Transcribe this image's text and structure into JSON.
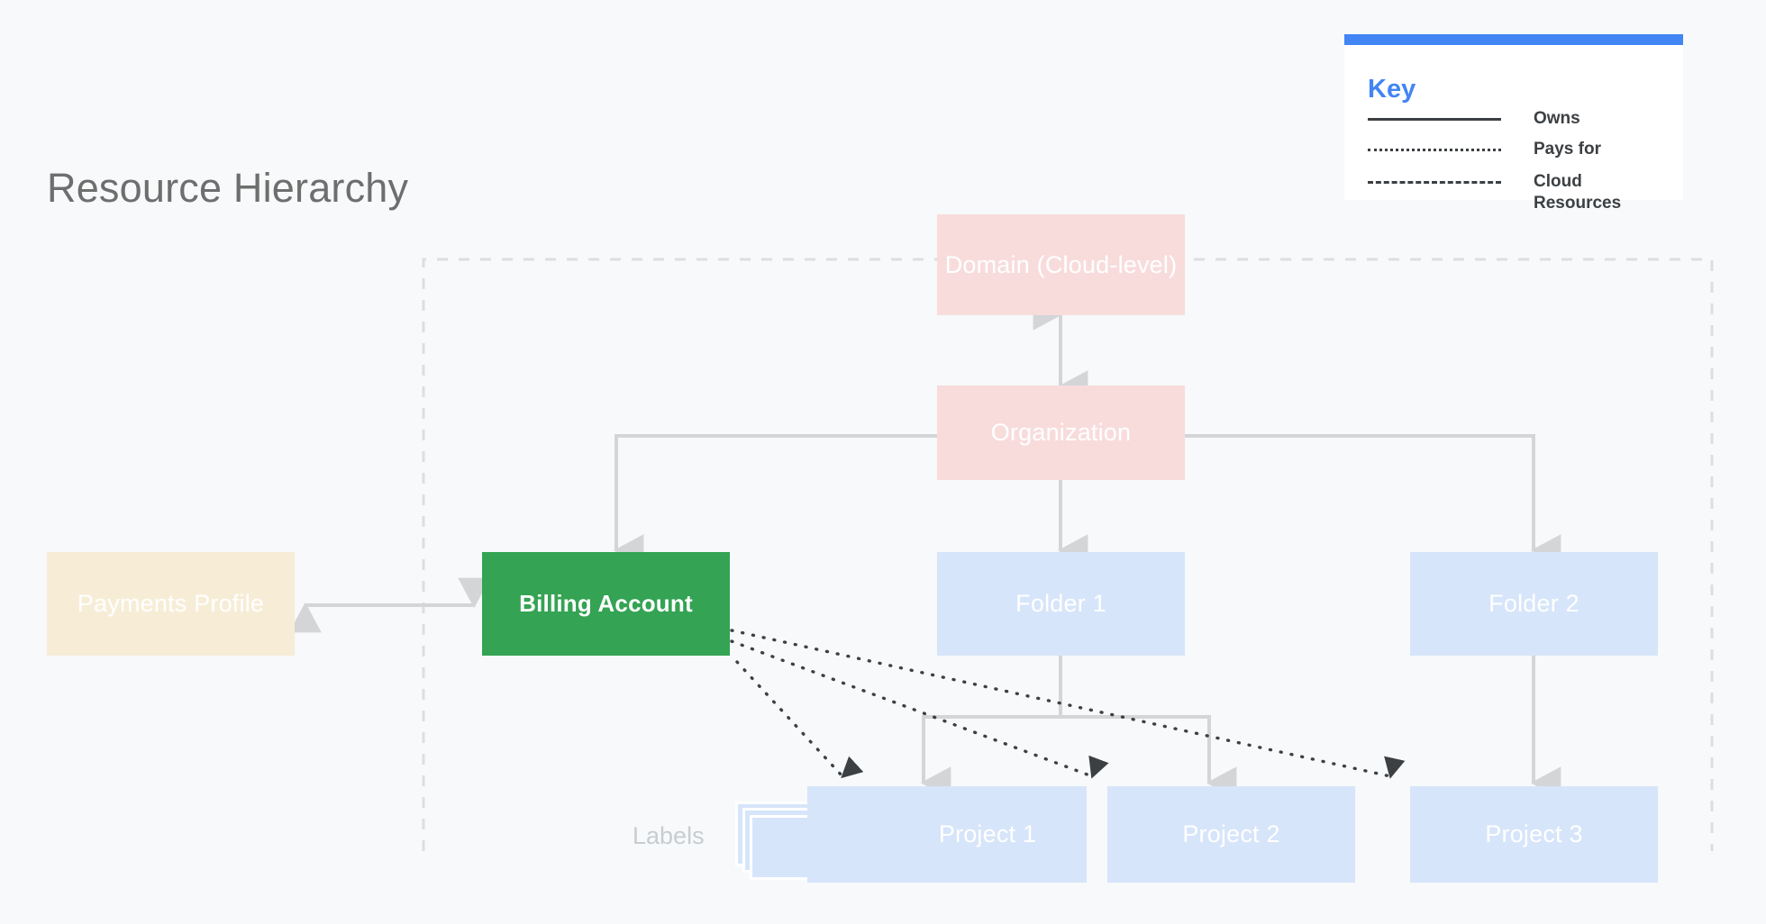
{
  "page": {
    "title": "Resource Hierarchy",
    "background_color": "#F7F9FA"
  },
  "key": {
    "title": "Key",
    "accent_color": "#4285F4",
    "items": [
      {
        "style": "solid",
        "label": "Owns"
      },
      {
        "style": "dotted",
        "label": "Pays for"
      },
      {
        "style": "dashed",
        "label": "Cloud Resources"
      }
    ]
  },
  "diagram": {
    "labels_caption": "Labels",
    "nodes": [
      {
        "id": "domain",
        "label": "Domain (Cloud-level)",
        "color": "#F8DCDC",
        "text_color": "#FFFFFF"
      },
      {
        "id": "organization",
        "label": "Organization",
        "color": "#F8DCDC",
        "text_color": "#FFFFFF"
      },
      {
        "id": "payments",
        "label": "Payments Profile",
        "color": "#F7EDD7",
        "text_color": "#FFFFFF"
      },
      {
        "id": "billing",
        "label": "Billing Account",
        "color": "#34A353",
        "text_color": "#FFFFFF"
      },
      {
        "id": "folder1",
        "label": "Folder 1",
        "color": "#D7E5FA",
        "text_color": "#FFFFFF"
      },
      {
        "id": "folder2",
        "label": "Folder 2",
        "color": "#D7E5FA",
        "text_color": "#FFFFFF"
      },
      {
        "id": "project1",
        "label": "Project 1",
        "color": "#D7E5FA",
        "text_color": "#FFFFFF"
      },
      {
        "id": "project2",
        "label": "Project 2",
        "color": "#D7E5FA",
        "text_color": "#FFFFFF"
      },
      {
        "id": "project3",
        "label": "Project 3",
        "color": "#D7E5FA",
        "text_color": "#FFFFFF"
      }
    ],
    "edges": [
      {
        "from": "domain",
        "to": "organization",
        "type": "owns",
        "arrows": "both"
      },
      {
        "from": "organization",
        "to": "billing",
        "type": "owns",
        "arrows": "end"
      },
      {
        "from": "organization",
        "to": "folder1",
        "type": "owns",
        "arrows": "end"
      },
      {
        "from": "organization",
        "to": "folder2",
        "type": "owns",
        "arrows": "end"
      },
      {
        "from": "payments",
        "to": "billing",
        "type": "owns",
        "arrows": "both"
      },
      {
        "from": "folder1",
        "to": "project1",
        "type": "owns",
        "arrows": "end"
      },
      {
        "from": "folder1",
        "to": "project2",
        "type": "owns",
        "arrows": "end"
      },
      {
        "from": "folder2",
        "to": "project3",
        "type": "owns",
        "arrows": "end"
      },
      {
        "from": "billing",
        "to": "project1",
        "type": "pays-for",
        "arrows": "end"
      },
      {
        "from": "billing",
        "to": "project2",
        "type": "pays-for",
        "arrows": "end"
      },
      {
        "from": "billing",
        "to": "project3",
        "type": "pays-for",
        "arrows": "end"
      }
    ],
    "boundary": {
      "type": "cloud-resources",
      "style": "dashed"
    }
  }
}
